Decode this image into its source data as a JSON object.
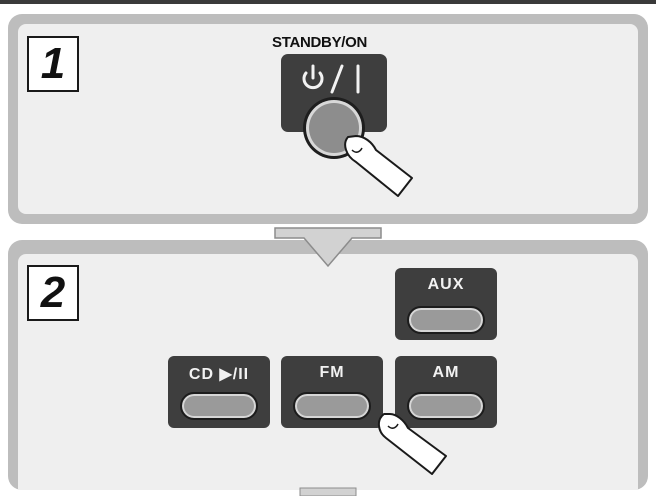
{
  "steps": {
    "step1": {
      "number": "1",
      "button_label": "STANDBY/ON",
      "power_symbol": "⏻/I"
    },
    "step2": {
      "number": "2",
      "buttons": {
        "aux": "AUX",
        "cd": "CD ▶/II",
        "fm": "FM",
        "am": "AM"
      }
    }
  },
  "colors": {
    "panel_border": "#bdbdbd",
    "panel_fill": "#efefef",
    "button_body": "#3e3e3e",
    "button_face": "#9a9a9a"
  },
  "icons": [
    "power-icon",
    "finger-icon",
    "arrow-down-icon"
  ]
}
